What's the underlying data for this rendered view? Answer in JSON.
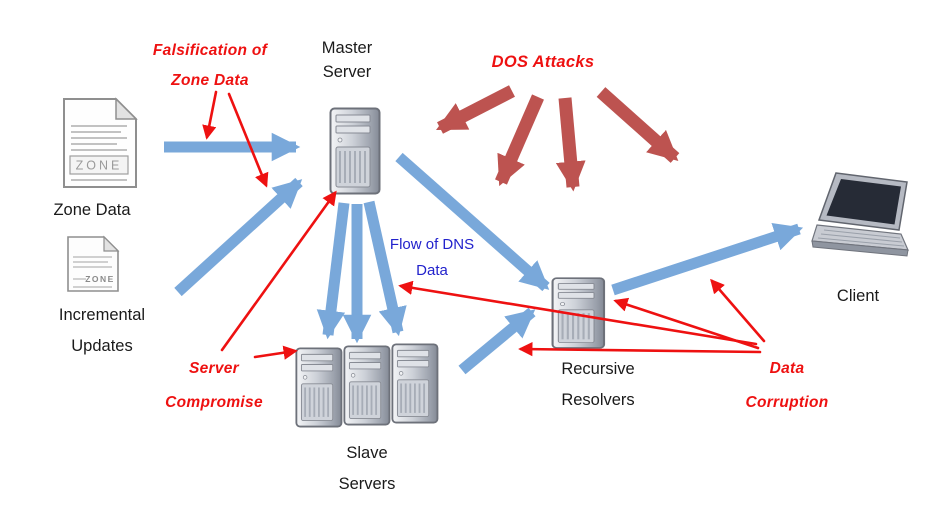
{
  "colors": {
    "blue_arrow": "#79a8da",
    "dos_arrow": "#bd5350",
    "red_arrow": "#ee1111",
    "attack_text": "#ee1111",
    "flow_text": "#2222cc",
    "label_text": "#1a1a1a"
  },
  "labels": {
    "falsification": "Falsification of\nZone Data",
    "master_server": "Master\nServer",
    "dos_attacks": "DOS Attacks",
    "zone_data": "Zone Data",
    "incremental_updates": "Incremental\nUpdates",
    "flow_of_dns": "Flow of DNS\nData",
    "client": "Client",
    "recursive_resolvers": "Recursive\nResolvers",
    "slave_servers": "Slave\nServers",
    "server_compromise": "Server\nCompromise",
    "data_corruption": "Data\nCorruption"
  },
  "icons": {
    "zone_doc_label": "ZONE",
    "incremental_doc_label": "ZONE"
  }
}
